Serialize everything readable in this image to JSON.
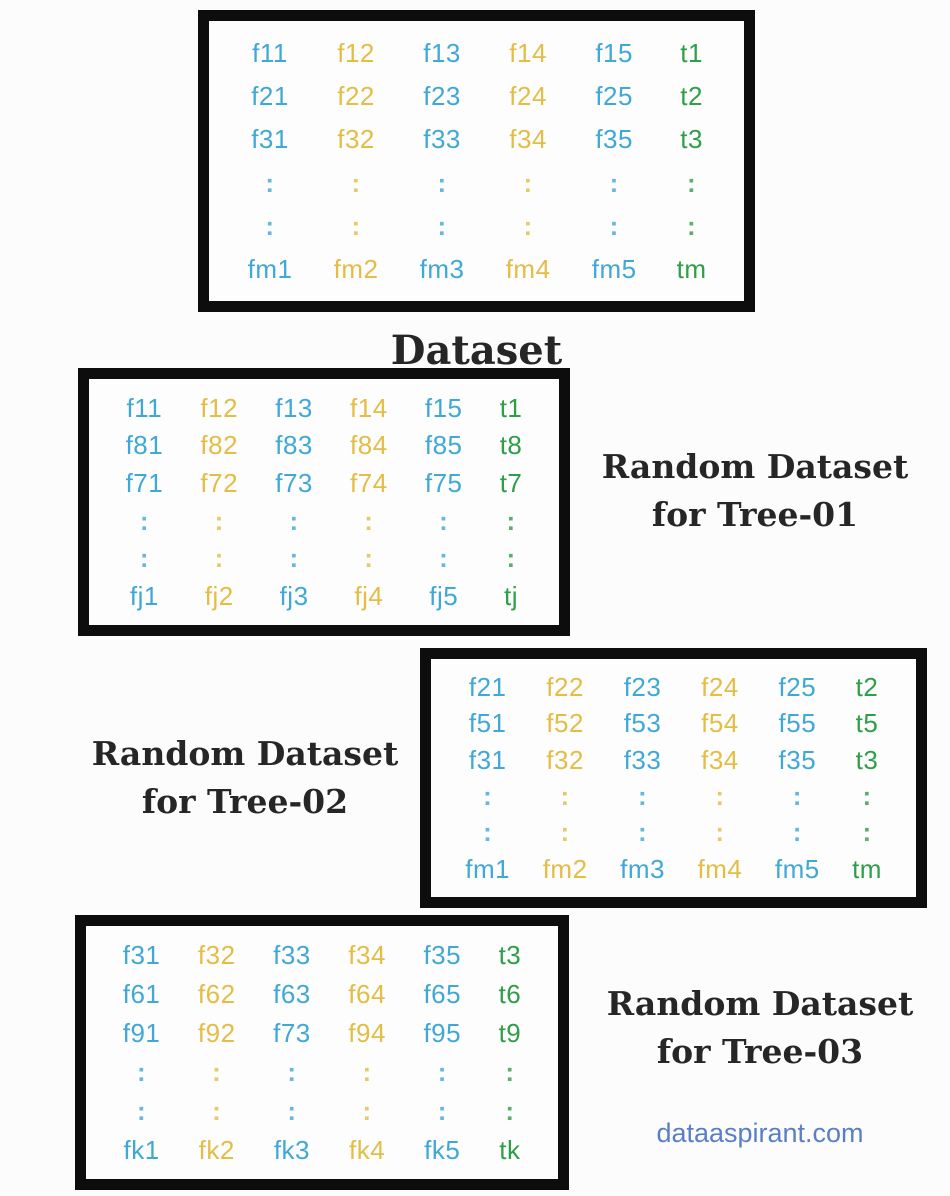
{
  "colors": {
    "blue": "#3fa8d6",
    "yellow": "#e3bd44",
    "green": "#2e9e48",
    "label": "#262626",
    "watermark": "#5b7ec9",
    "border": "#0d0d0d",
    "background": "#fcfcfc"
  },
  "labels": {
    "dataset": "Dataset",
    "tree01": {
      "line1": "Random Dataset",
      "line2": "for Tree-01"
    },
    "tree02": {
      "line1": "Random Dataset",
      "line2": "for Tree-02"
    },
    "tree03": {
      "line1": "Random Dataset",
      "line2": "for Tree-03"
    },
    "watermark": "dataaspirant.com"
  },
  "tables": {
    "dataset": {
      "rows": [
        [
          "f11",
          "f12",
          "f13",
          "f14",
          "f15",
          "t1"
        ],
        [
          "f21",
          "f22",
          "f23",
          "f24",
          "f25",
          "t2"
        ],
        [
          "f31",
          "f32",
          "f33",
          "f34",
          "f35",
          "t3"
        ],
        [
          ":",
          ":",
          ":",
          ":",
          ":",
          ":"
        ],
        [
          ":",
          ":",
          ":",
          ":",
          ":",
          ":"
        ],
        [
          "fm1",
          "fm2",
          "fm3",
          "fm4",
          "fm5",
          "tm"
        ]
      ]
    },
    "tree01": {
      "rows": [
        [
          "f11",
          "f12",
          "f13",
          "f14",
          "f15",
          "t1"
        ],
        [
          "f81",
          "f82",
          "f83",
          "f84",
          "f85",
          "t8"
        ],
        [
          "f71",
          "f72",
          "f73",
          "f74",
          "f75",
          "t7"
        ],
        [
          ":",
          ":",
          ":",
          ":",
          ":",
          ":"
        ],
        [
          ":",
          ":",
          ":",
          ":",
          ":",
          ":"
        ],
        [
          "fj1",
          "fj2",
          "fj3",
          "fj4",
          "fj5",
          "tj"
        ]
      ]
    },
    "tree02": {
      "rows": [
        [
          "f21",
          "f22",
          "f23",
          "f24",
          "f25",
          "t2"
        ],
        [
          "f51",
          "f52",
          "f53",
          "f54",
          "f55",
          "t5"
        ],
        [
          "f31",
          "f32",
          "f33",
          "f34",
          "f35",
          "t3"
        ],
        [
          ":",
          ":",
          ":",
          ":",
          ":",
          ":"
        ],
        [
          ":",
          ":",
          ":",
          ":",
          ":",
          ":"
        ],
        [
          "fm1",
          "fm2",
          "fm3",
          "fm4",
          "fm5",
          "tm"
        ]
      ]
    },
    "tree03": {
      "rows": [
        [
          "f31",
          "f32",
          "f33",
          "f34",
          "f35",
          "t3"
        ],
        [
          "f61",
          "f62",
          "f63",
          "f64",
          "f65",
          "t6"
        ],
        [
          "f91",
          "f92",
          "f73",
          "f94",
          "f95",
          "t9"
        ],
        [
          ":",
          ":",
          ":",
          ":",
          ":",
          ":"
        ],
        [
          ":",
          ":",
          ":",
          ":",
          ":",
          ":"
        ],
        [
          "fk1",
          "fk2",
          "fk3",
          "fk4",
          "fk5",
          "tk"
        ]
      ]
    }
  }
}
